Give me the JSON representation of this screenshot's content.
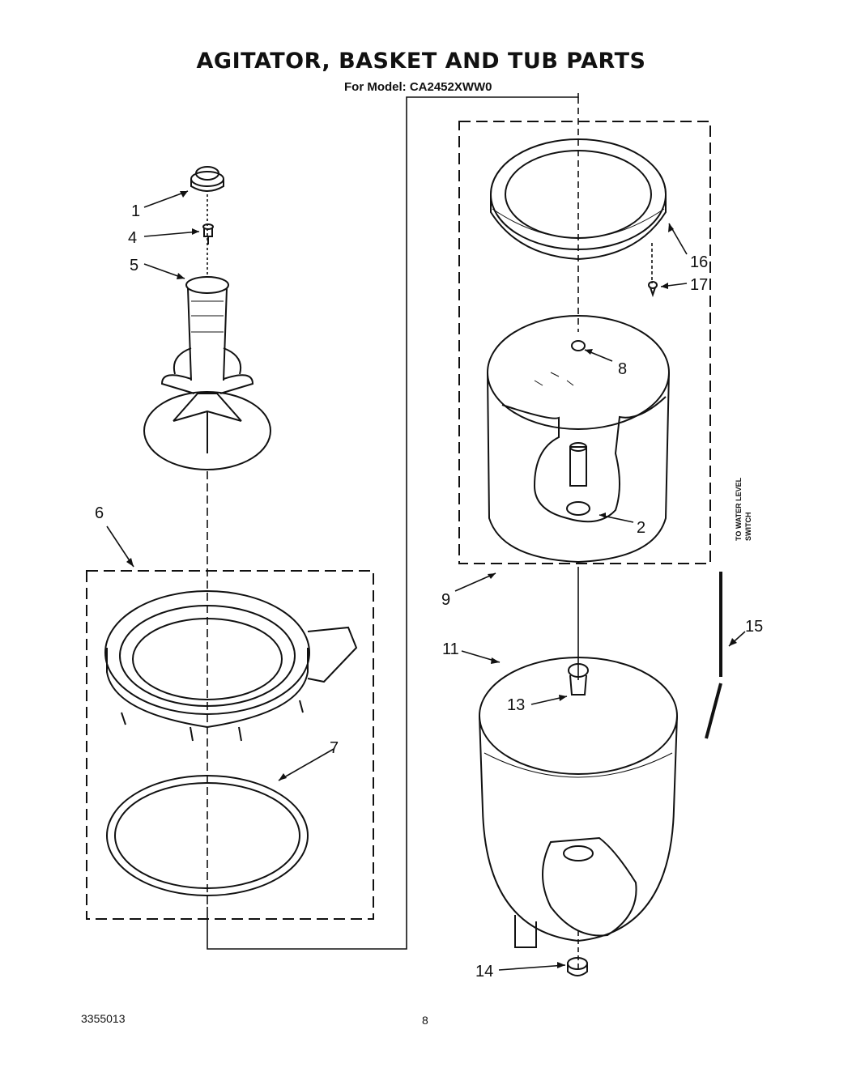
{
  "header": {
    "title": "AGITATOR, BASKET AND TUB PARTS",
    "model_line": "For Model:  CA2452XWW0"
  },
  "callouts": {
    "c1": "1",
    "c4": "4",
    "c5": "5",
    "c6": "6",
    "c7": "7",
    "c8": "8",
    "c2": "2",
    "c9": "9",
    "c11": "11",
    "c13": "13",
    "c14": "14",
    "c15": "15",
    "c16": "16",
    "c17": "17"
  },
  "notes": {
    "water_level_line1": "TO WATER LEVEL",
    "water_level_line2": "SWITCH"
  },
  "footer": {
    "doc_number": "3355013",
    "page_number": "8"
  }
}
